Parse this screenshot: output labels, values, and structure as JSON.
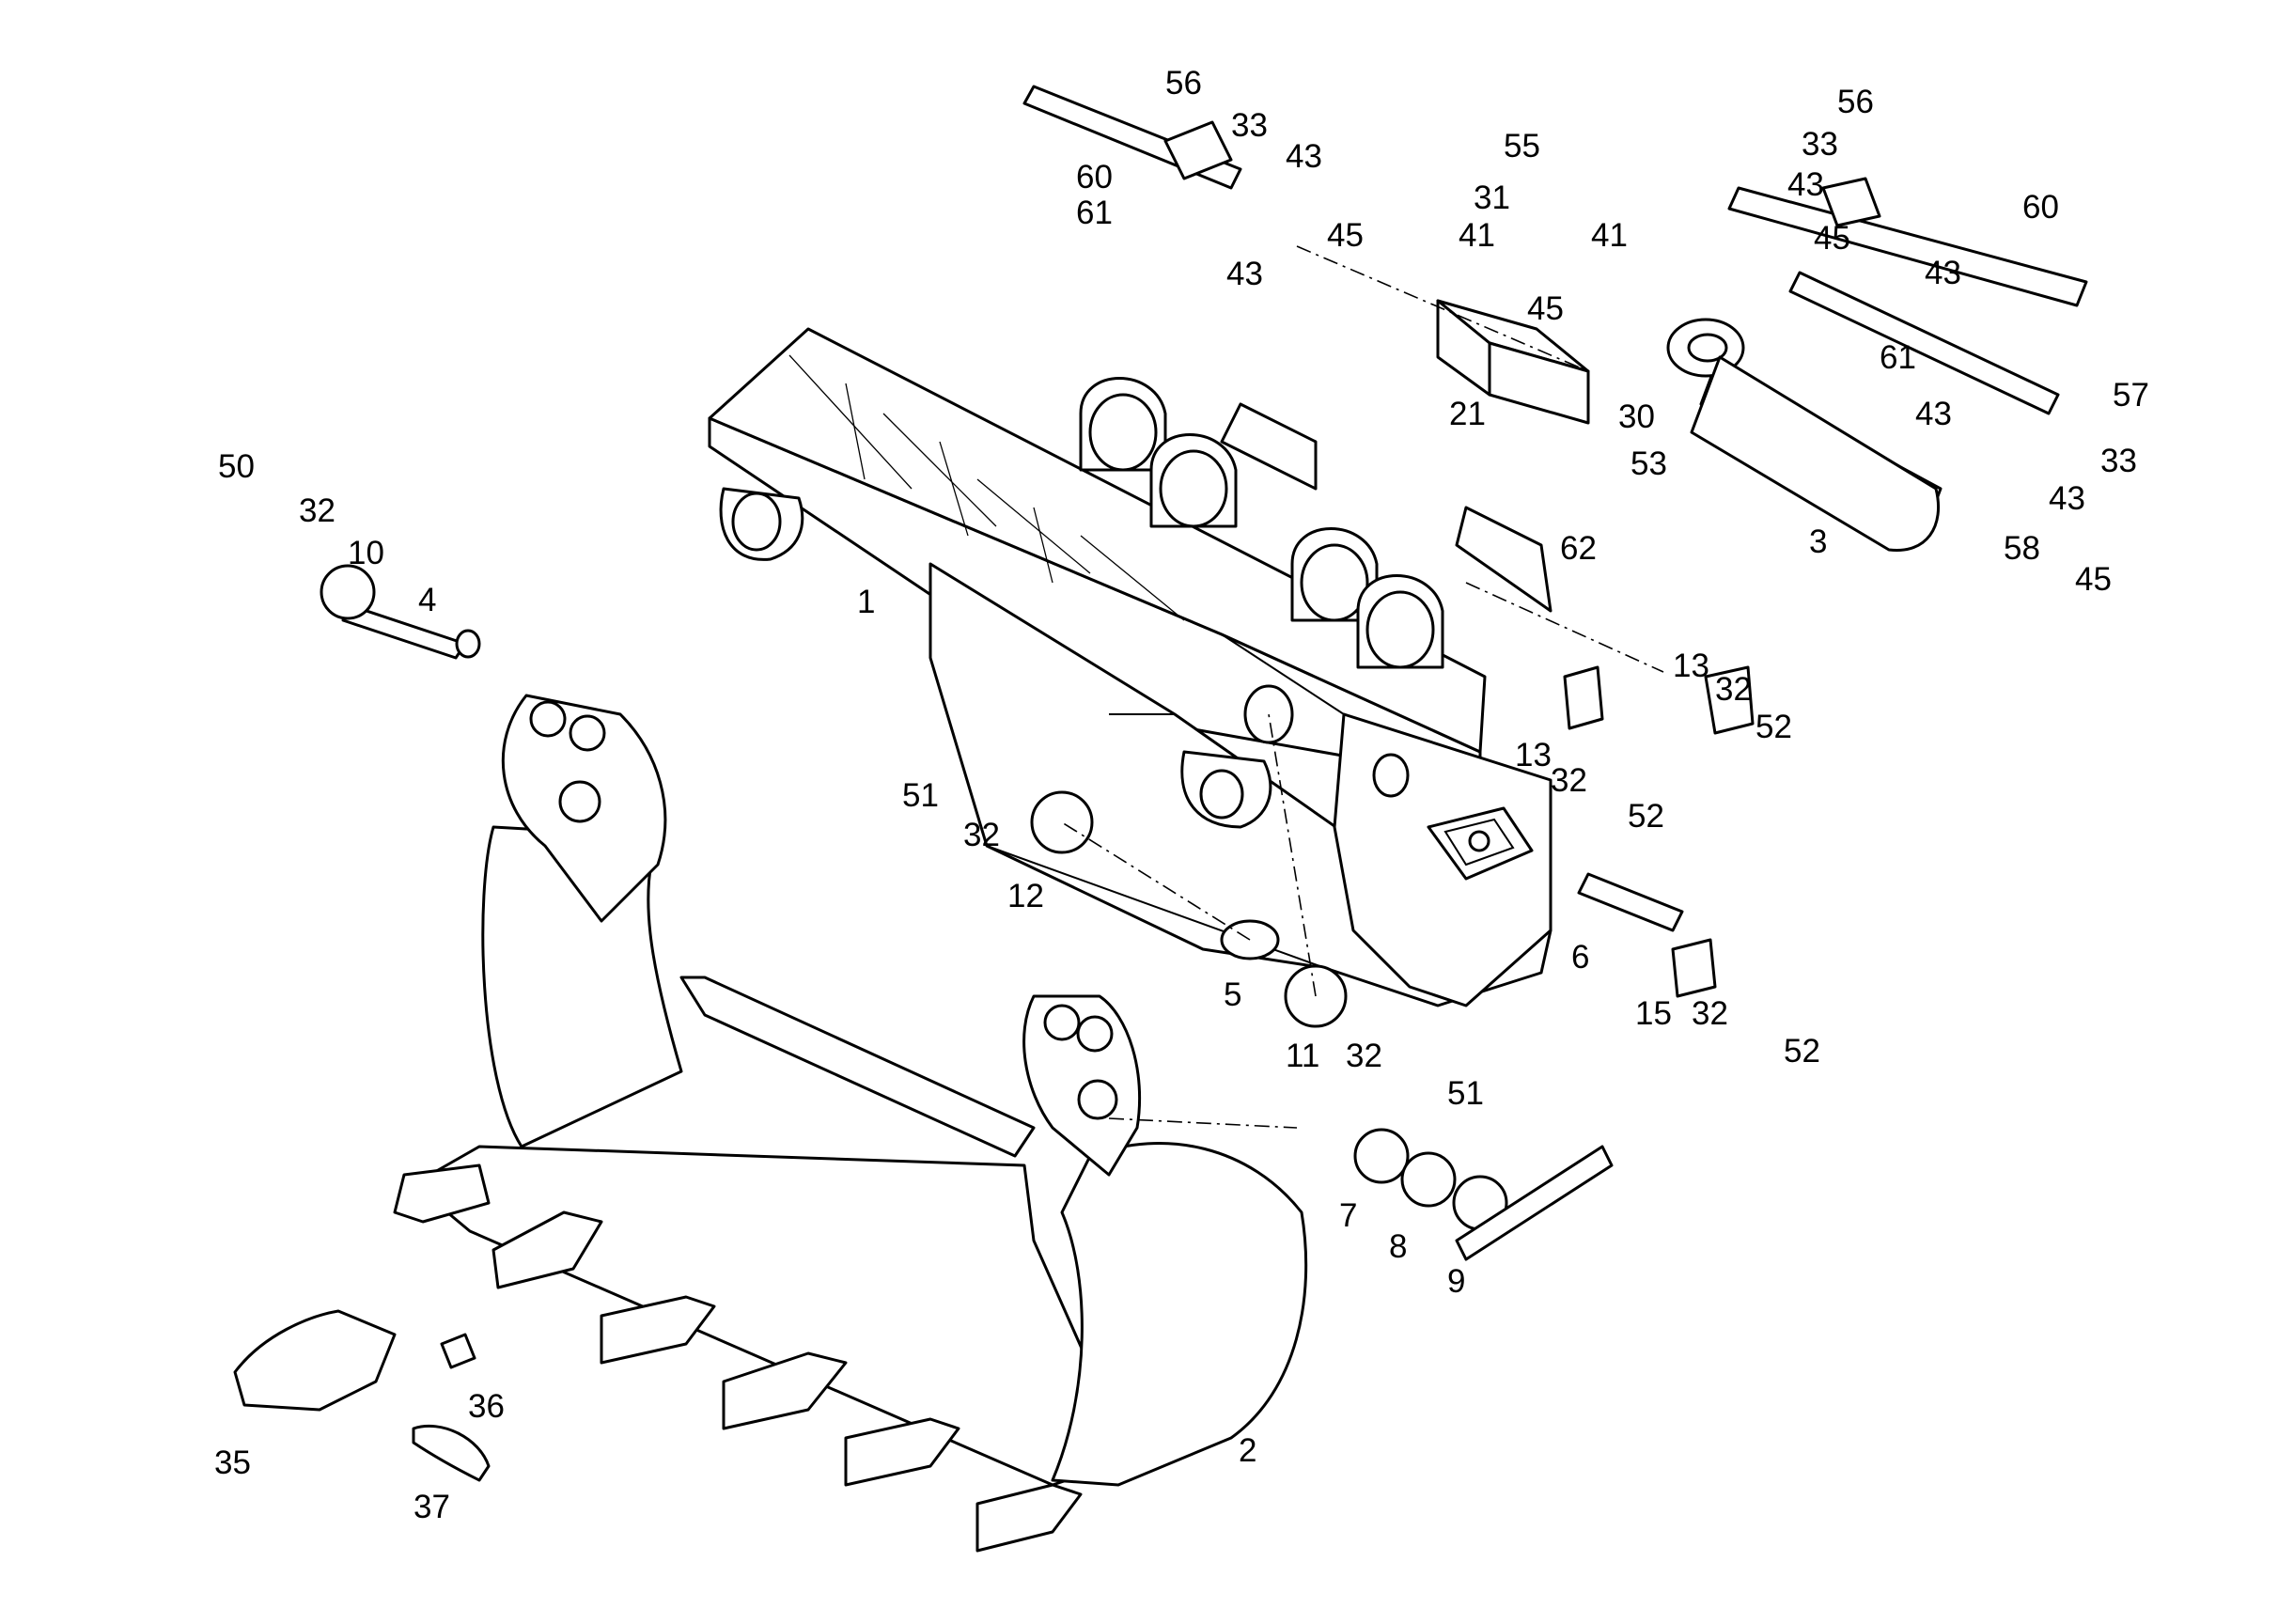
{
  "diagram": {
    "colors": {
      "ink": "#000000",
      "paper": "#ffffff"
    },
    "callouts": [
      {
        "id": "c-56a",
        "text": "56"
      },
      {
        "id": "c-33a",
        "text": "33"
      },
      {
        "id": "c-43a",
        "text": "43"
      },
      {
        "id": "c-60a",
        "text": "60"
      },
      {
        "id": "c-61a",
        "text": "61"
      },
      {
        "id": "c-43b",
        "text": "43"
      },
      {
        "id": "c-45a",
        "text": "45"
      },
      {
        "id": "c-55",
        "text": "55"
      },
      {
        "id": "c-31",
        "text": "31"
      },
      {
        "id": "c-41a",
        "text": "41"
      },
      {
        "id": "c-41b",
        "text": "41"
      },
      {
        "id": "c-45b",
        "text": "45"
      },
      {
        "id": "c-21",
        "text": "21"
      },
      {
        "id": "c-30",
        "text": "30"
      },
      {
        "id": "c-53",
        "text": "53"
      },
      {
        "id": "c-62",
        "text": "62"
      },
      {
        "id": "c-56b",
        "text": "56"
      },
      {
        "id": "c-33b",
        "text": "33"
      },
      {
        "id": "c-43c",
        "text": "43"
      },
      {
        "id": "c-45c",
        "text": "45"
      },
      {
        "id": "c-60b",
        "text": "60"
      },
      {
        "id": "c-43d",
        "text": "43"
      },
      {
        "id": "c-61b",
        "text": "61"
      },
      {
        "id": "c-57",
        "text": "57"
      },
      {
        "id": "c-43e",
        "text": "43"
      },
      {
        "id": "c-33c",
        "text": "33"
      },
      {
        "id": "c-43f",
        "text": "43"
      },
      {
        "id": "c-3",
        "text": "3"
      },
      {
        "id": "c-58",
        "text": "58"
      },
      {
        "id": "c-45d",
        "text": "45"
      },
      {
        "id": "c-50",
        "text": "50"
      },
      {
        "id": "c-32a",
        "text": "32"
      },
      {
        "id": "c-10",
        "text": "10"
      },
      {
        "id": "c-4",
        "text": "4"
      },
      {
        "id": "c-1",
        "text": "1"
      },
      {
        "id": "c-13a",
        "text": "13"
      },
      {
        "id": "c-32b",
        "text": "32"
      },
      {
        "id": "c-52a",
        "text": "52"
      },
      {
        "id": "c-13b",
        "text": "13"
      },
      {
        "id": "c-32c",
        "text": "32"
      },
      {
        "id": "c-52b",
        "text": "52"
      },
      {
        "id": "c-51a",
        "text": "51"
      },
      {
        "id": "c-32d",
        "text": "32"
      },
      {
        "id": "c-12",
        "text": "12"
      },
      {
        "id": "c-6",
        "text": "6"
      },
      {
        "id": "c-5",
        "text": "5"
      },
      {
        "id": "c-11",
        "text": "11"
      },
      {
        "id": "c-32e",
        "text": "32"
      },
      {
        "id": "c-51b",
        "text": "51"
      },
      {
        "id": "c-15",
        "text": "15"
      },
      {
        "id": "c-32f",
        "text": "32"
      },
      {
        "id": "c-52c",
        "text": "52"
      },
      {
        "id": "c-7",
        "text": "7"
      },
      {
        "id": "c-8",
        "text": "8"
      },
      {
        "id": "c-9",
        "text": "9"
      },
      {
        "id": "c-35",
        "text": "35"
      },
      {
        "id": "c-36",
        "text": "36"
      },
      {
        "id": "c-37",
        "text": "37"
      },
      {
        "id": "c-2",
        "text": "2"
      }
    ]
  }
}
